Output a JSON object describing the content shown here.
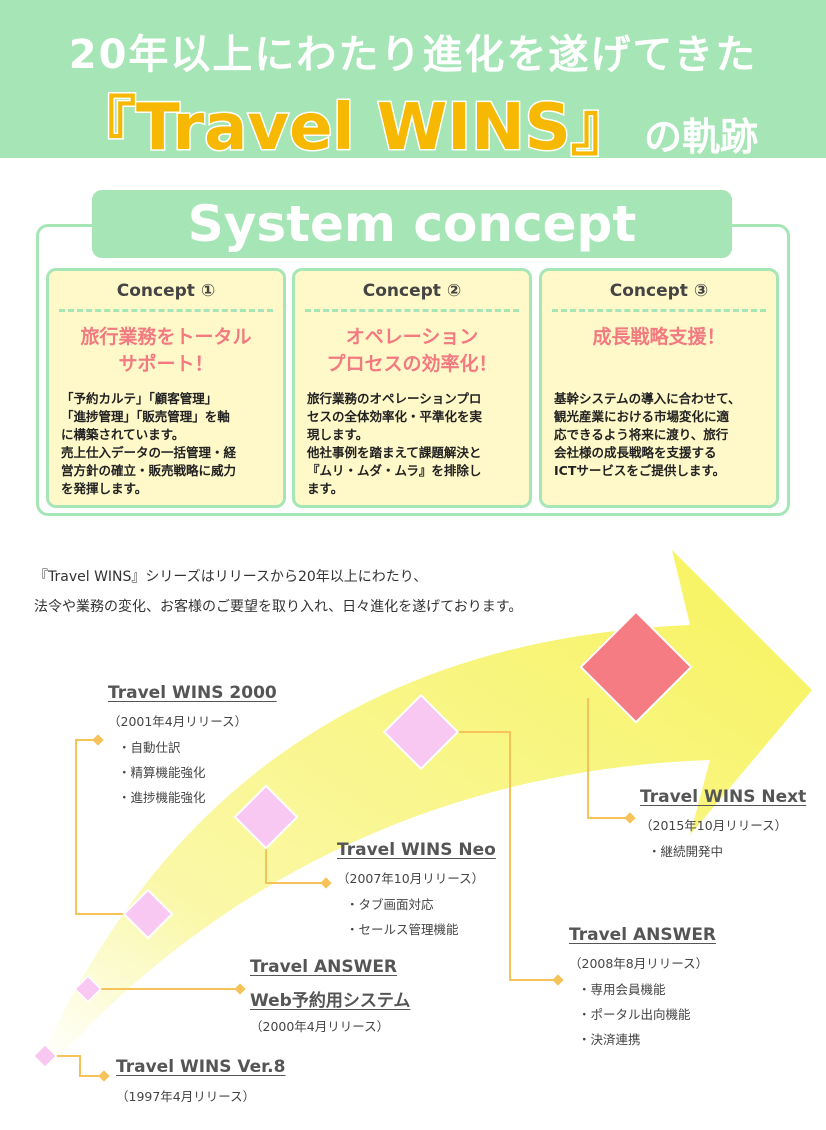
{
  "header": {
    "line1": "20年以上にわたり進化を遂げてきた",
    "brand": "『Travel WINS』",
    "suffix": "の軌跡"
  },
  "concept": {
    "title": "System concept",
    "cards": [
      {
        "label": "Concept ①",
        "heading": [
          "旅行業務をトータル",
          "サポート！"
        ],
        "body": [
          "「予約カルテ」「顧客管理」",
          "「進捗管理」「販売管理」を軸",
          "に構築されています。",
          "売上仕入データの一括管理・経",
          "営方針の確立・販売戦略に威力",
          "を発揮します。"
        ]
      },
      {
        "label": "Concept ②",
        "heading": [
          "オペレーション",
          "プロセスの効率化！"
        ],
        "body": [
          "旅行業務のオペレーションプロ",
          "セスの全体効率化・平準化を実",
          "現します。",
          "他社事例を踏まえて課題解決と",
          "『ムリ・ムダ・ムラ』を排除し",
          "ます。"
        ]
      },
      {
        "label": "Concept ③",
        "heading": [
          "成長戦略支援！"
        ],
        "body": [
          "基幹システムの導入に合わせて、",
          "観光産業における市場変化に適",
          "応できるよう将来に渡り、旅行",
          "会社様の成長戦略を支援する",
          "ICTサービスをご提供します。"
        ]
      }
    ]
  },
  "intro": [
    "『Travel WINS』シリーズはリリースから20年以上にわたり、",
    "法令や業務の変化、お客様のご要望を取り入れ、日々進化を遂げております。"
  ],
  "colors": {
    "header_green": "#a5e5b6",
    "brand_yellow": "#f6b800",
    "card_yellow": "#fff8c9",
    "heading_red": "#f27a80",
    "arrow_yellow": "#f8f46a",
    "connector_orange": "#f6c25a",
    "diamond_pink": "#f9c8f2",
    "diamond_red": "#f47c82"
  },
  "timeline": [
    {
      "title": "Travel WINS Ver.8",
      "date": "（1997年4月リリース）",
      "features": []
    },
    {
      "title": [
        "Travel ANSWER",
        "Web予約用システム"
      ],
      "date": "（2000年4月リリース）",
      "features": []
    },
    {
      "title": "Travel WINS 2000",
      "date": "（2001年4月リリース）",
      "features": [
        "・自動仕訳",
        "・精算機能強化",
        "・進捗機能強化"
      ]
    },
    {
      "title": "Travel WINS Neo",
      "date": "（2007年10月リリース）",
      "features": [
        "・タブ画面対応",
        "・セールス管理機能"
      ]
    },
    {
      "title": "Travel ANSWER",
      "date": "（2008年8月リリース）",
      "features": [
        "・専用会員機能",
        "・ポータル出向機能",
        "・決済連携"
      ]
    },
    {
      "title": "Travel WINS Next",
      "date": "（2015年10月リリース）",
      "features": [
        "・継続開発中"
      ]
    }
  ]
}
